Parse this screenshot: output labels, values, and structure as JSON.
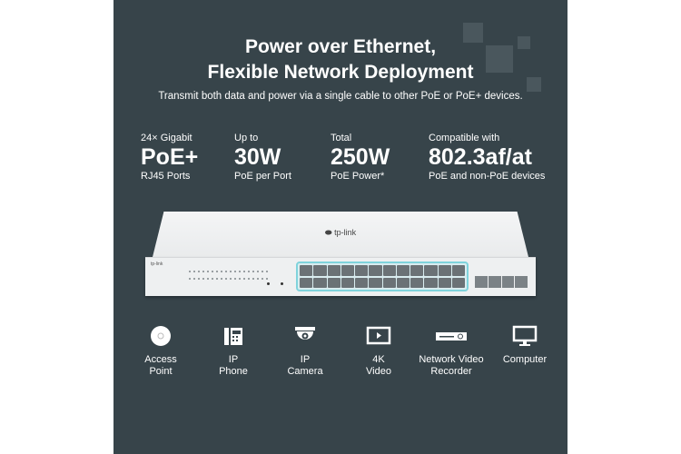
{
  "header": {
    "title_line1": "Power over Ethernet,",
    "title_line2": "Flexible Network Deployment",
    "subtitle": "Transmit both data and power via a single cable to other PoE or PoE+ devices."
  },
  "stats": [
    {
      "small": "24× Gigabit",
      "big": "PoE+",
      "sub": "RJ45 Ports"
    },
    {
      "small": "Up to",
      "big": "30W",
      "sub": "PoE per Port"
    },
    {
      "small": "Total",
      "big": "250W",
      "sub": "PoE Power*"
    },
    {
      "small": "Compatible with",
      "big": "802.3af/at",
      "sub": "PoE and non-PoE devices"
    }
  ],
  "product": {
    "brand": "tp-link",
    "rj45_ports": 24,
    "sfp_ports": 4
  },
  "devices": [
    {
      "icon": "access-point-icon",
      "line1": "Access",
      "line2": "Point"
    },
    {
      "icon": "ip-phone-icon",
      "line1": "IP",
      "line2": "Phone"
    },
    {
      "icon": "ip-camera-icon",
      "line1": "IP",
      "line2": "Camera"
    },
    {
      "icon": "video-icon",
      "line1": "4K",
      "line2": "Video"
    },
    {
      "icon": "nvr-icon",
      "line1": "Network  Video",
      "line2": "Recorder"
    },
    {
      "icon": "computer-icon",
      "line1": "Computer",
      "line2": ""
    }
  ],
  "colors": {
    "background": "#37444a",
    "highlight": "#7fd3dc"
  }
}
